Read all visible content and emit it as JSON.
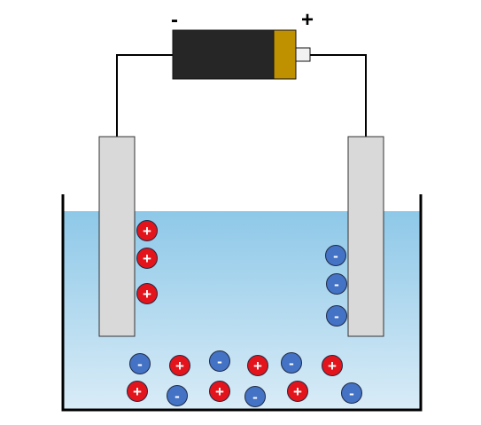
{
  "battery": {
    "negative_label": "-",
    "positive_label": "+",
    "colors": {
      "body": "#262626",
      "cap": "#bf9000",
      "nub": "#f2f2f2"
    }
  },
  "electrodes": {
    "color": "#d9d9d9"
  },
  "electrolyte": {
    "color_top": "#8ec8e8",
    "color_bottom": "#d9ecf7"
  },
  "ions": {
    "positive_symbol": "+",
    "negative_symbol": "-",
    "positive_color": "#e3141b",
    "negative_color": "#4472c4",
    "near_left_electrode": {
      "charge": "+",
      "count": 3
    },
    "near_right_electrode": {
      "charge": "-",
      "count": 3
    },
    "free_in_solution": {
      "positive": 6,
      "negative": 6
    }
  }
}
